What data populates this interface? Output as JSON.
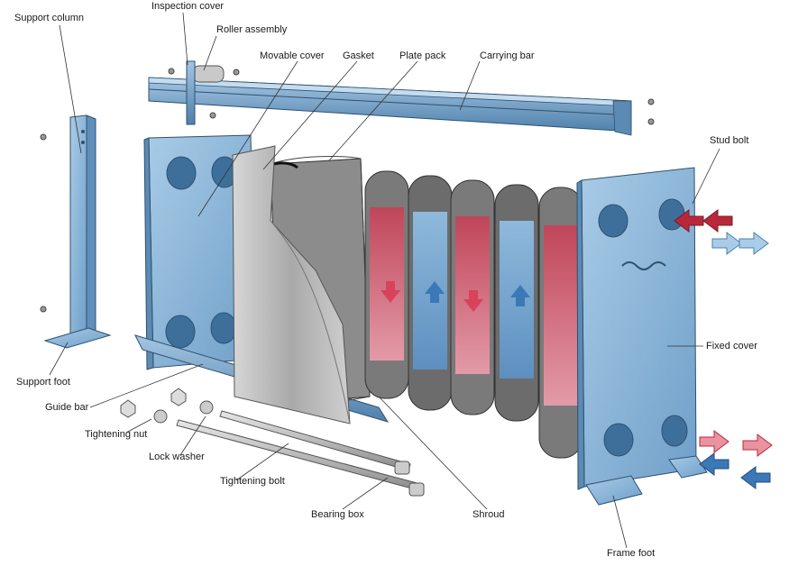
{
  "labels": {
    "support_column": "Support column",
    "inspection_cover": "Inspection cover",
    "roller_assembly": "Roller assembly",
    "movable_cover": "Movable cover",
    "gasket": "Gasket",
    "plate_pack": "Plate pack",
    "carrying_bar": "Carrying bar",
    "stud_bolt": "Stud bolt",
    "fixed_cover": "Fixed cover",
    "support_foot": "Support foot",
    "guide_bar": "Guide bar",
    "tightening_nut": "Tightening nut",
    "lock_washer": "Lock washer",
    "tightening_bolt": "Tightening bolt",
    "bearing_box": "Bearing box",
    "shroud": "Shroud",
    "frame_foot": "Frame foot"
  },
  "colors": {
    "frame_blue": "#8db8d8",
    "frame_dark": "#4e7fa8",
    "hot_red": "#b8283a",
    "hot_pink": "#e8939f",
    "cold_blue": "#3a78b8",
    "cold_light": "#a9cde8",
    "shroud_gray": "#b9b9b9"
  },
  "icons": [
    "alfa-laval-logo-icon"
  ]
}
